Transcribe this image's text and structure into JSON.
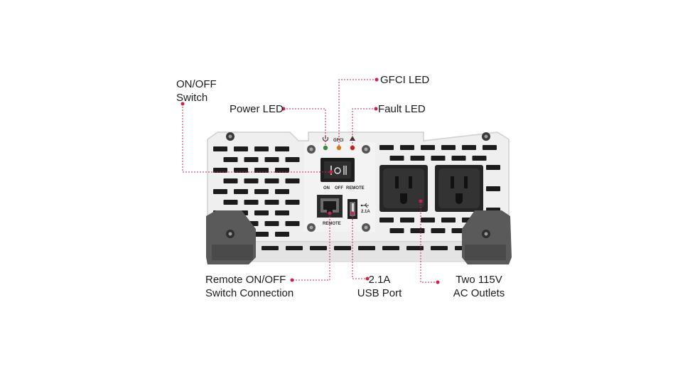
{
  "callouts": {
    "on_off_switch": {
      "line1": "ON/OFF",
      "line2": "Switch"
    },
    "power_led": "Power LED",
    "gfci_led": "GFCI LED",
    "fault_led": "Fault LED",
    "remote_connection": {
      "line1": "Remote ON/OFF",
      "line2": "Switch Connection"
    },
    "usb_port": {
      "line1": "2.1A",
      "line2": "USB Port"
    },
    "ac_outlets": {
      "line1": "Two 115V",
      "line2": "AC Outlets"
    }
  },
  "panel_labels": {
    "gfci": "GFCI",
    "switch_on": "ON",
    "switch_off": "OFF",
    "switch_remote": "REMOTE",
    "remote_port": "REMOTE",
    "usb_rating": "2.1A"
  },
  "icons": {
    "power": "power-symbol-icon",
    "fault": "warning-triangle-icon",
    "usb": "usb-trident-icon"
  },
  "colors": {
    "leader_line": "#c8234a",
    "panel": "#efefef",
    "feet": "#595959",
    "outlet": "#2b2b2b",
    "led_power": "#3a8a3a",
    "led_gfci": "#d07a20",
    "led_fault": "#c02020"
  }
}
